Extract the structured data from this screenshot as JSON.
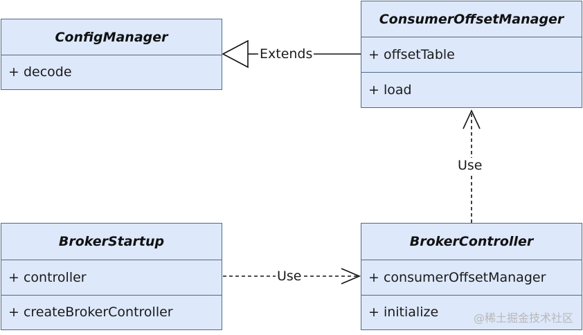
{
  "classes": {
    "config_manager": {
      "name": "ConfigManager",
      "members": [
        "+ decode"
      ]
    },
    "consumer_offset_manager": {
      "name": "ConsumerOffsetManager",
      "members": [
        "+ offsetTable",
        "+ load"
      ]
    },
    "broker_startup": {
      "name": "BrokerStartup",
      "members": [
        "+ controller",
        "+ createBrokerController"
      ]
    },
    "broker_controller": {
      "name": "BrokerController",
      "members": [
        "+ consumerOffsetManager",
        "+ initialize"
      ]
    }
  },
  "relations": {
    "extends_label": "Extends",
    "use_vertical_label": "Use",
    "use_horizontal_label": "Use"
  },
  "watermark": "@稀土掘金技术社区"
}
